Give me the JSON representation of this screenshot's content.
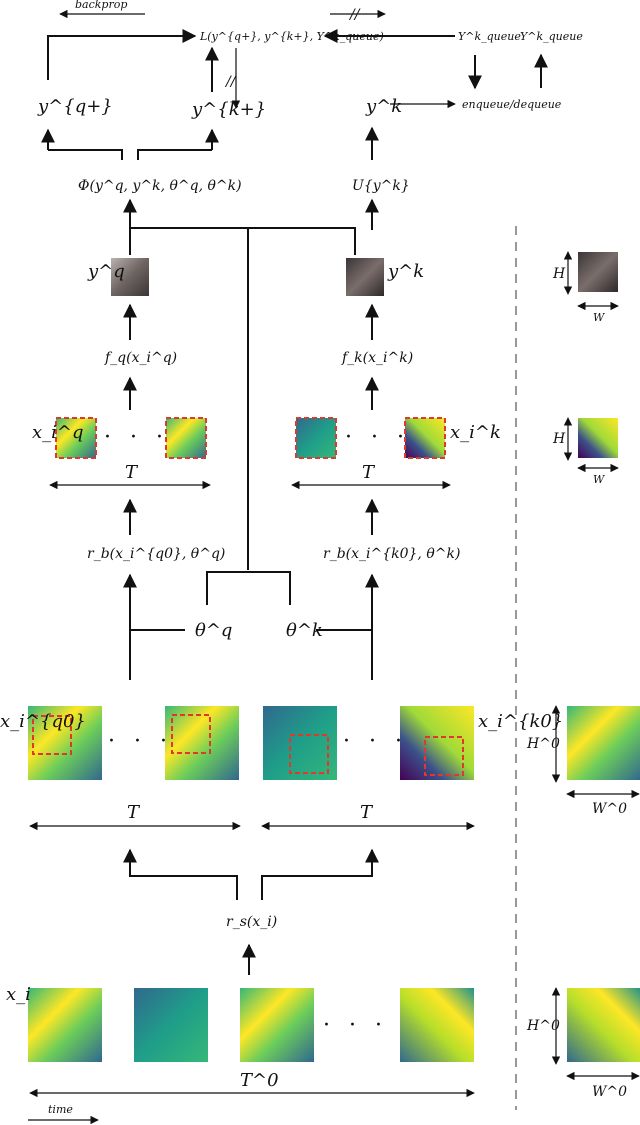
{
  "labels": {
    "backprop": "backprop",
    "loss": "L(y^{q+}, y^{k+}, Y^k_queue)",
    "Yq1": "Y^k_queue",
    "Yq2": "Y^k_queue",
    "yq_plus": "y^{q+}",
    "yk_plus": "y^{k+}",
    "yk_top": "y^k",
    "enqueue": "enqueue/dequeue",
    "phi": "Φ(y^q, y^k, θ^q, θ^k)",
    "U": "U{y^k}",
    "yq": "y^q",
    "yk": "y^k",
    "fq": "f_q(x_i^q)",
    "fk": "f_k(x_i^k)",
    "xq": "x_i^q",
    "xk": "x_i^k",
    "T1": "T",
    "T2": "T",
    "rb_q": "r_b(x_i^{q0}, θ^q)",
    "rb_k": "r_b(x_i^{k0}, θ^k)",
    "theta_q": "θ^q",
    "theta_k": "θ^k",
    "xq0": "x_i^{q0}",
    "xk0": "x_i^{k0}",
    "T3": "T",
    "T4": "T",
    "rs": "r_s(x_i)",
    "xi": "x_i",
    "T0": "T^0",
    "time": "time",
    "H_a": "H",
    "W_a": "W",
    "H_b": "H",
    "W_b": "W",
    "H0_a": "H^0",
    "W0_a": "W^0",
    "H0_b": "H^0",
    "W0_b": "W^0",
    "dots": "· · ·"
  },
  "colors": {
    "viridis_dark": "#440154",
    "viridis_blue": "#31688e",
    "viridis_green": "#35b779",
    "viridis_yellow": "#fde725",
    "gray_dark": "#3b3536",
    "gray_light": "#b9b2b0",
    "crop_box": "#e0392b"
  }
}
